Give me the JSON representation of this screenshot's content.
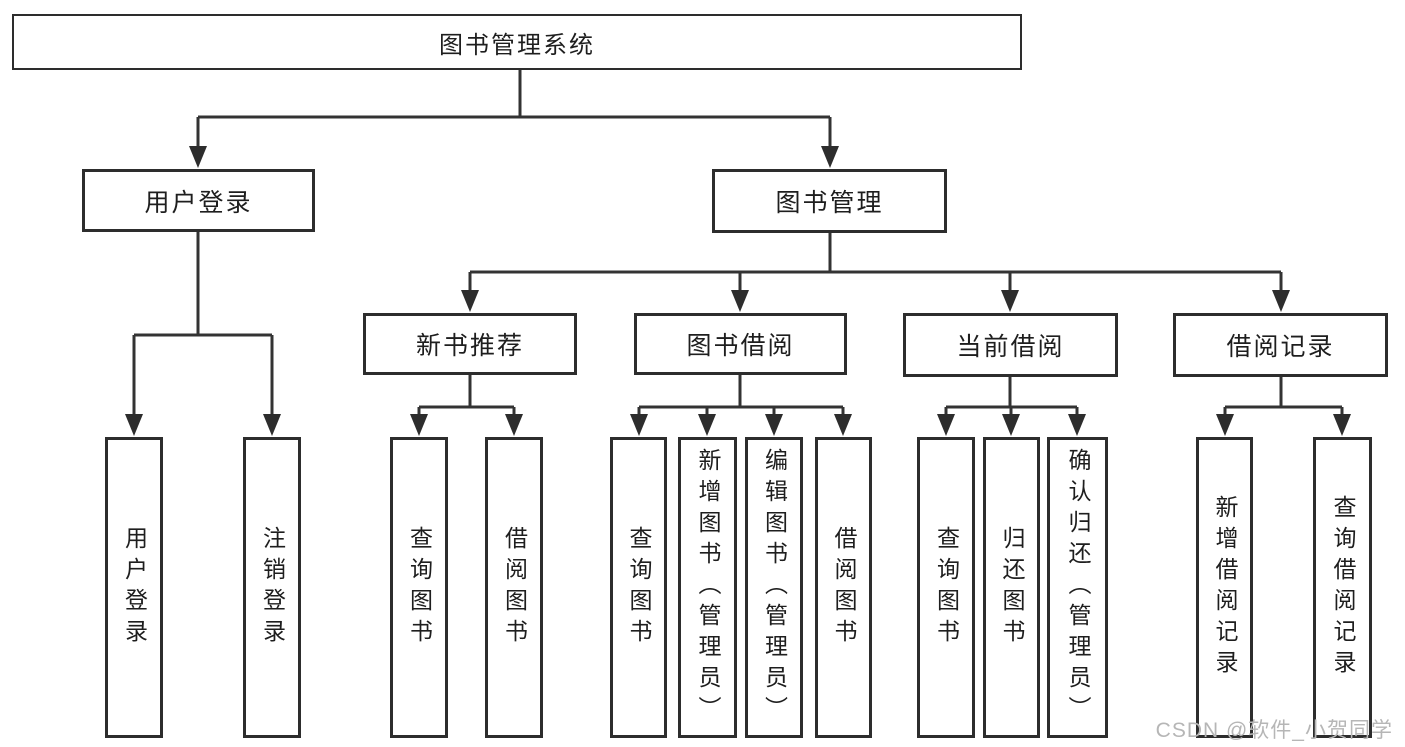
{
  "diagram": {
    "tree": {
      "root": {
        "label": "图书管理系统",
        "children": [
          {
            "label": "用户登录",
            "children": [
              {
                "label": "用户登录"
              },
              {
                "label": "注销登录"
              }
            ]
          },
          {
            "label": "图书管理",
            "children": [
              {
                "label": "新书推荐",
                "children": [
                  {
                    "label": "查询图书"
                  },
                  {
                    "label": "借阅图书"
                  }
                ]
              },
              {
                "label": "图书借阅",
                "children": [
                  {
                    "label": "查询图书"
                  },
                  {
                    "label": "新增图书（管理员）"
                  },
                  {
                    "label": "编辑图书（管理员）"
                  },
                  {
                    "label": "借阅图书"
                  }
                ]
              },
              {
                "label": "当前借阅",
                "children": [
                  {
                    "label": "查询图书"
                  },
                  {
                    "label": "归还图书"
                  },
                  {
                    "label": "确认归还（管理员）"
                  }
                ]
              },
              {
                "label": "借阅记录",
                "children": [
                  {
                    "label": "新增借阅记录"
                  },
                  {
                    "label": "查询借阅记录"
                  }
                ]
              }
            ]
          }
        ]
      }
    },
    "colors": {
      "line": "#333333",
      "box_border": "#2d2d2d",
      "text": "#1e1e1e",
      "background": "#ffffff",
      "watermark": "#b6b6b6"
    }
  },
  "watermark": {
    "text": "CSDN @软件_小贺同学"
  }
}
